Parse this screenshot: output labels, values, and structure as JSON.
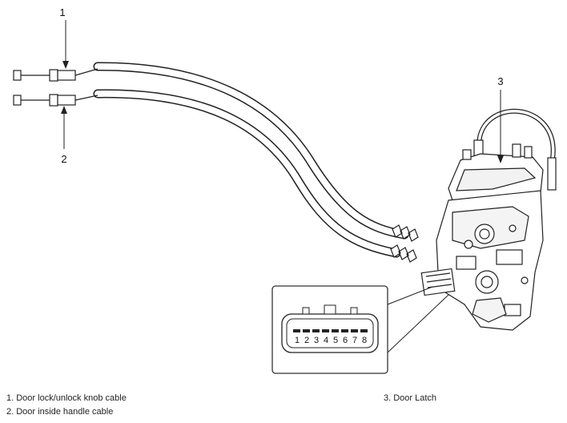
{
  "callouts": {
    "c1": "1",
    "c2": "2",
    "c3": "3"
  },
  "legend": [
    "1. Door lock/unlock knob cable",
    "2. Door inside handle cable",
    "3. Door Latch"
  ],
  "connector_pins": [
    "1",
    "2",
    "3",
    "4",
    "5",
    "6",
    "7",
    "8"
  ]
}
